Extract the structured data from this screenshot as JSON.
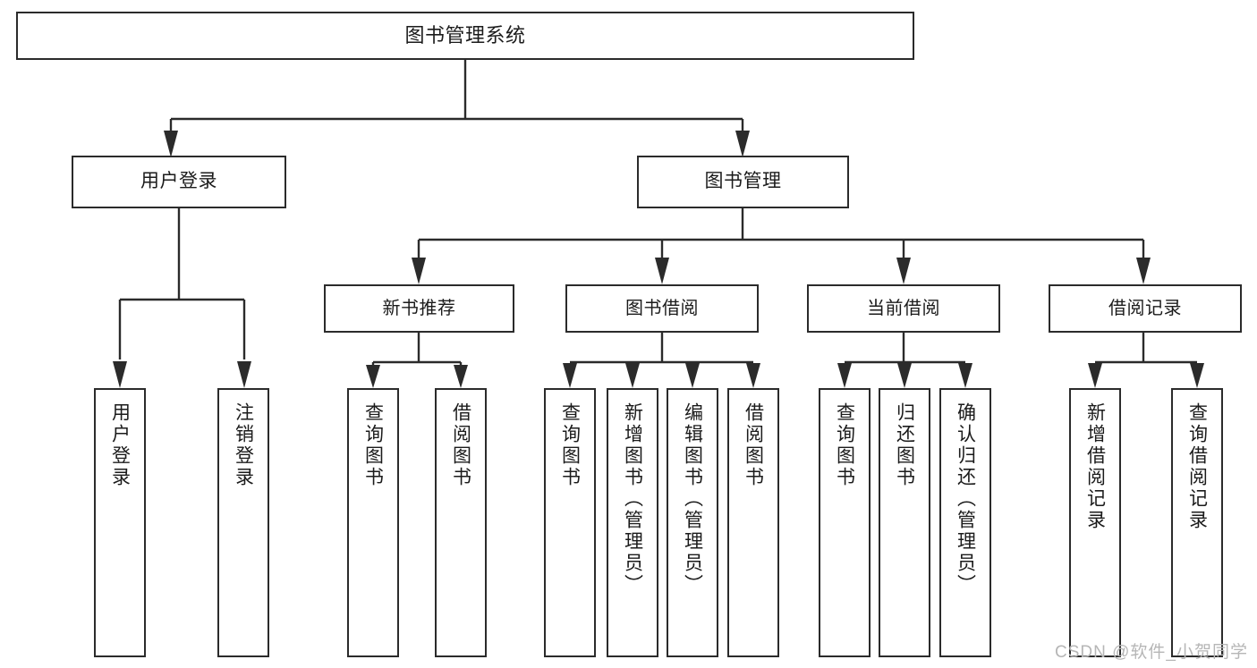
{
  "diagram": {
    "title": "图书管理系统",
    "type": "tree-flowchart",
    "colors": {
      "box_border": "#2b2b2b",
      "box_fill": "#ffffff",
      "line": "#2b2b2b",
      "text": "#1b1b1b",
      "watermark": "#b6b6b6",
      "background": "#ffffff"
    }
  },
  "nodes": {
    "root": {
      "label": "图书管理系统"
    },
    "level2": [
      {
        "label": "用户登录"
      },
      {
        "label": "图书管理"
      }
    ],
    "level3": [
      {
        "label": "新书推荐"
      },
      {
        "label": "图书借阅"
      },
      {
        "label": "当前借阅"
      },
      {
        "label": "借阅记录"
      }
    ],
    "leaves": {
      "user_login": [
        {
          "label": "用户登录"
        },
        {
          "label": "注销登录"
        }
      ],
      "new_book_recommend": [
        {
          "label": "查询图书"
        },
        {
          "label": "借阅图书"
        }
      ],
      "book_borrow": [
        {
          "label": "查询图书"
        },
        {
          "label": "新增图书（管理员）"
        },
        {
          "label": "编辑图书（管理员）"
        },
        {
          "label": "借阅图书"
        }
      ],
      "current_borrow": [
        {
          "label": "查询图书"
        },
        {
          "label": "归还图书"
        },
        {
          "label": "确认归还（管理员）"
        }
      ],
      "borrow_record": [
        {
          "label": "新增借阅记录"
        },
        {
          "label": "查询借阅记录"
        }
      ]
    }
  },
  "watermark": {
    "text": "CSDN @软件_小贺同学"
  }
}
